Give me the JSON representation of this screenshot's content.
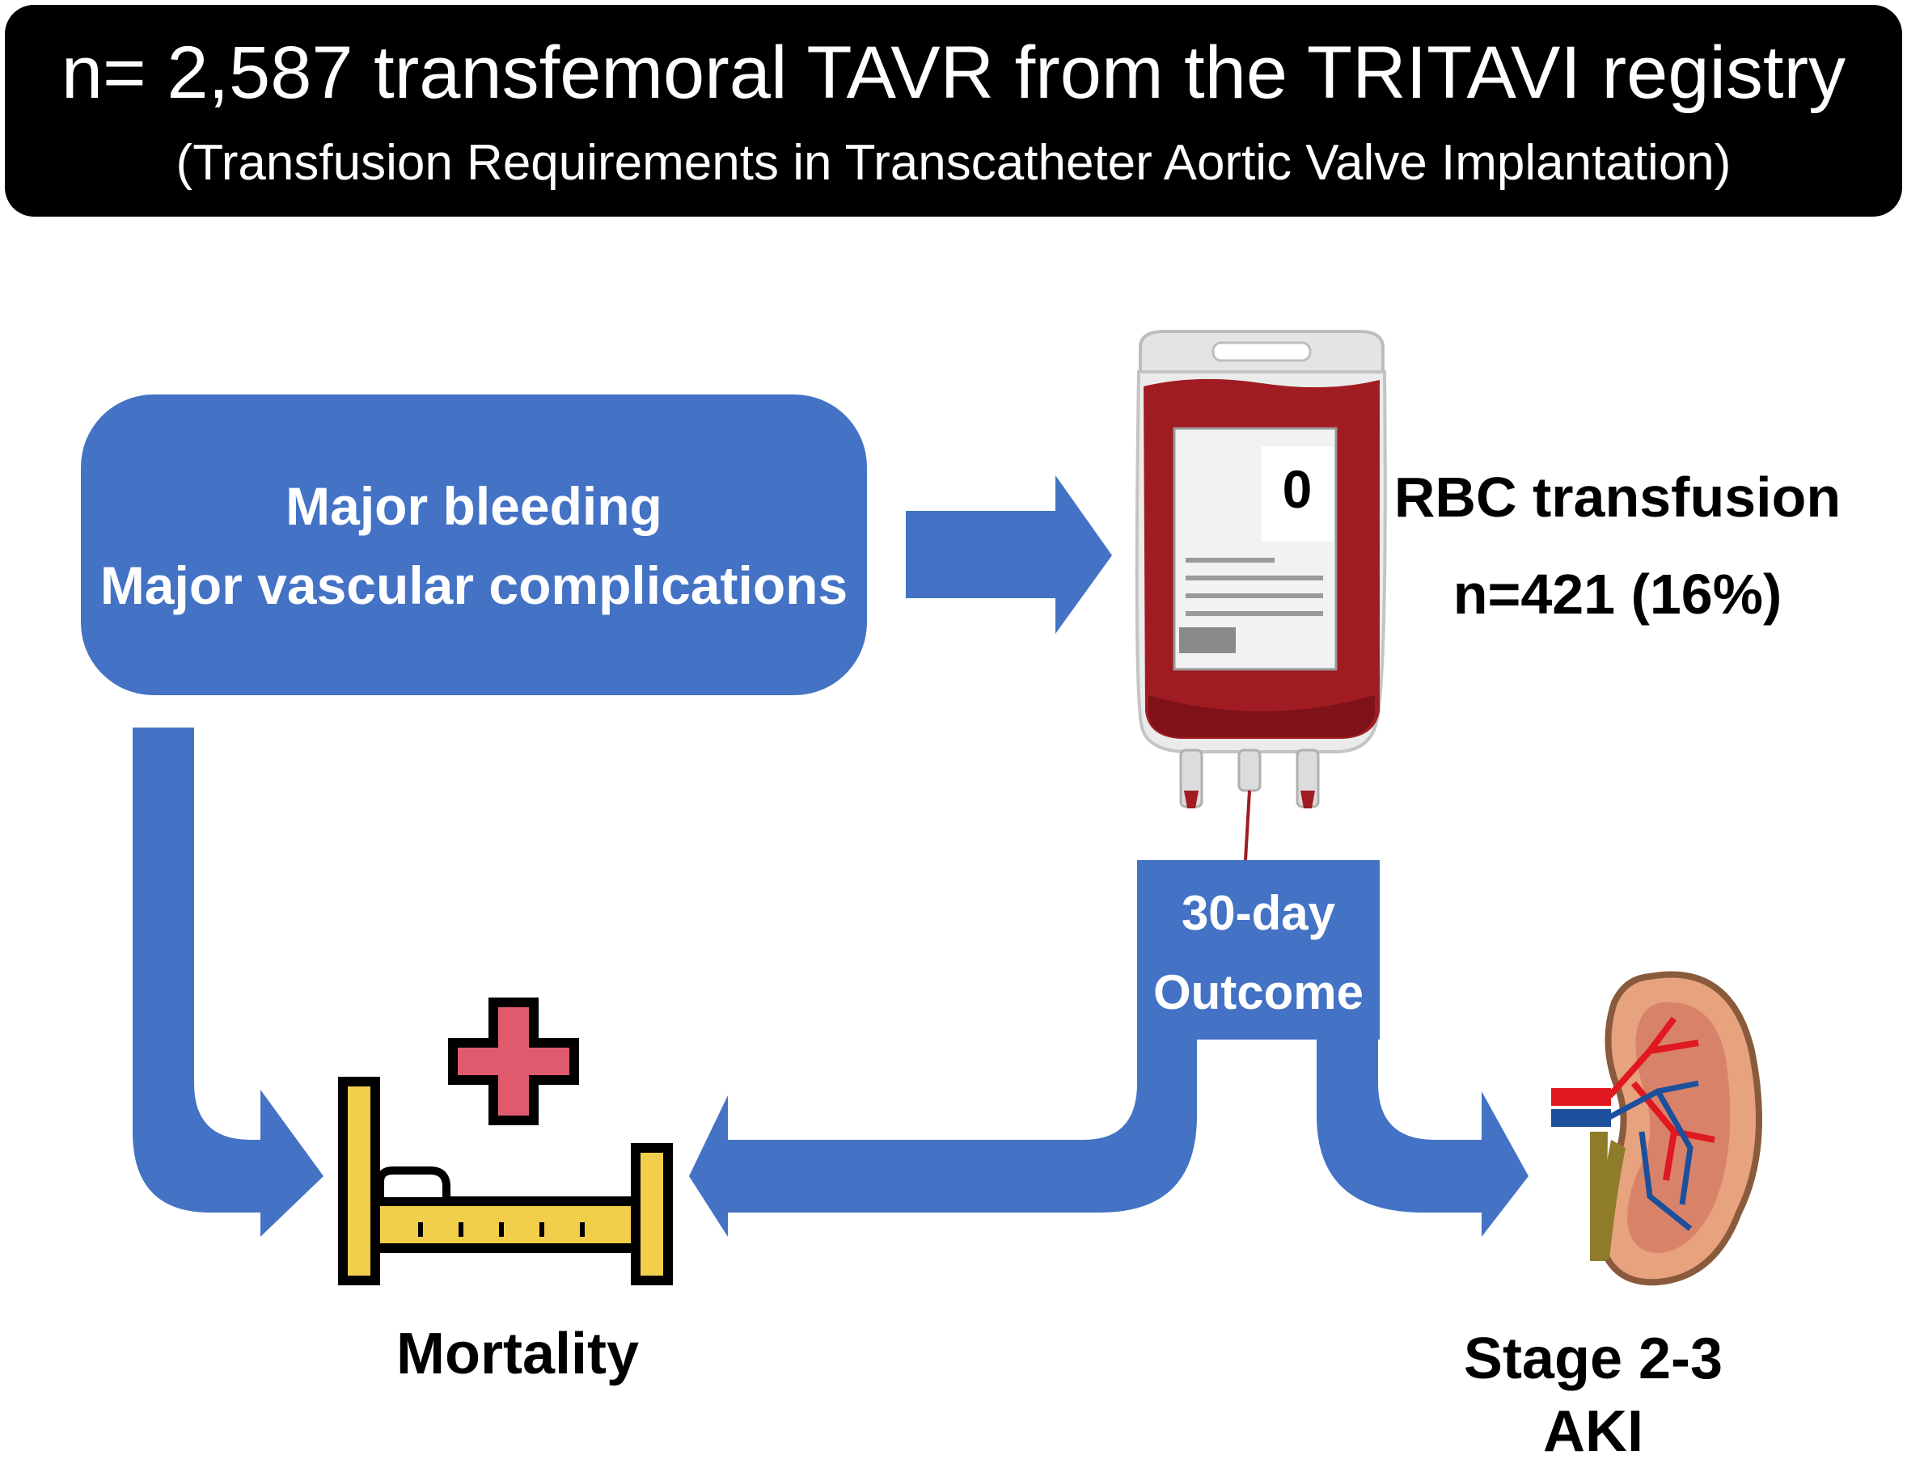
{
  "header": {
    "title": "n= 2,587 transfemoral TAVR from the TRITAVI registry",
    "subtitle": "(Transfusion Requirements in Transcatheter Aortic Valve Implantation)"
  },
  "bleeding_box": {
    "line1": "Major bleeding",
    "line2": "Major vascular complications"
  },
  "blood_bag": {
    "label": "0"
  },
  "rbc": {
    "line1": "RBC transfusion",
    "line2": "n=421 (16%)"
  },
  "outcome_box": {
    "line1": "30-day",
    "line2": "Outcome"
  },
  "mortality": {
    "label": "Mortality"
  },
  "aki": {
    "label": "Stage 2-3 AKI"
  },
  "colors": {
    "accent_blue": "#4472c4",
    "blood_red": "#a01c22",
    "bed_yellow": "#f2cf4a",
    "cross_pink": "#e05a6e"
  }
}
